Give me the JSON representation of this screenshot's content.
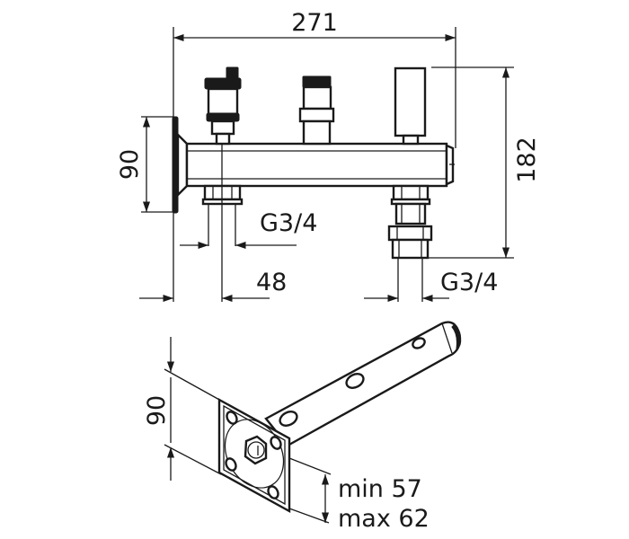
{
  "front_view": {
    "overall_width": "271",
    "flange_height": "90",
    "overall_height": "182",
    "left_thread": "G3/4",
    "left_offset": "48",
    "right_thread": "G3/4"
  },
  "iso_view": {
    "plate_height": "90",
    "depth_min": "min 57",
    "depth_max": "max 62"
  },
  "colors": {
    "line": "#1a1a1a",
    "background": "#ffffff"
  }
}
